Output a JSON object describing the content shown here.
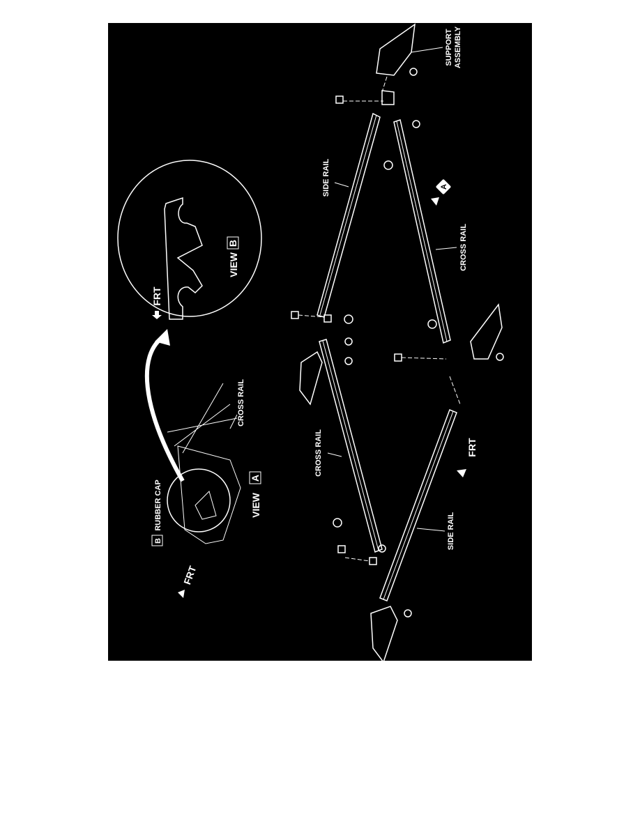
{
  "diagram": {
    "background_color": "#000000",
    "line_color": "#ffffff",
    "labels": {
      "support_assembly_line1": "SUPPORT",
      "support_assembly_line2": "ASSEMBLY",
      "side_rail_top": "SIDE RAIL",
      "cross_rail_right": "CROSS RAIL",
      "view_a_marker": "A",
      "cross_rail_left": "CROSS RAIL",
      "frt_main": "FRT",
      "side_rail_bottom": "SIDE RAIL",
      "view_b_frt": "FRT",
      "view_b_title": "VIEW",
      "view_b_box": "B",
      "view_a_cross_rail": "CROSS RAIL",
      "rubber_cap": "RUBBER CAP",
      "rubber_cap_box": "B",
      "view_a_title": "VIEW",
      "view_a_box": "A",
      "view_a_frt": "FRT"
    }
  }
}
